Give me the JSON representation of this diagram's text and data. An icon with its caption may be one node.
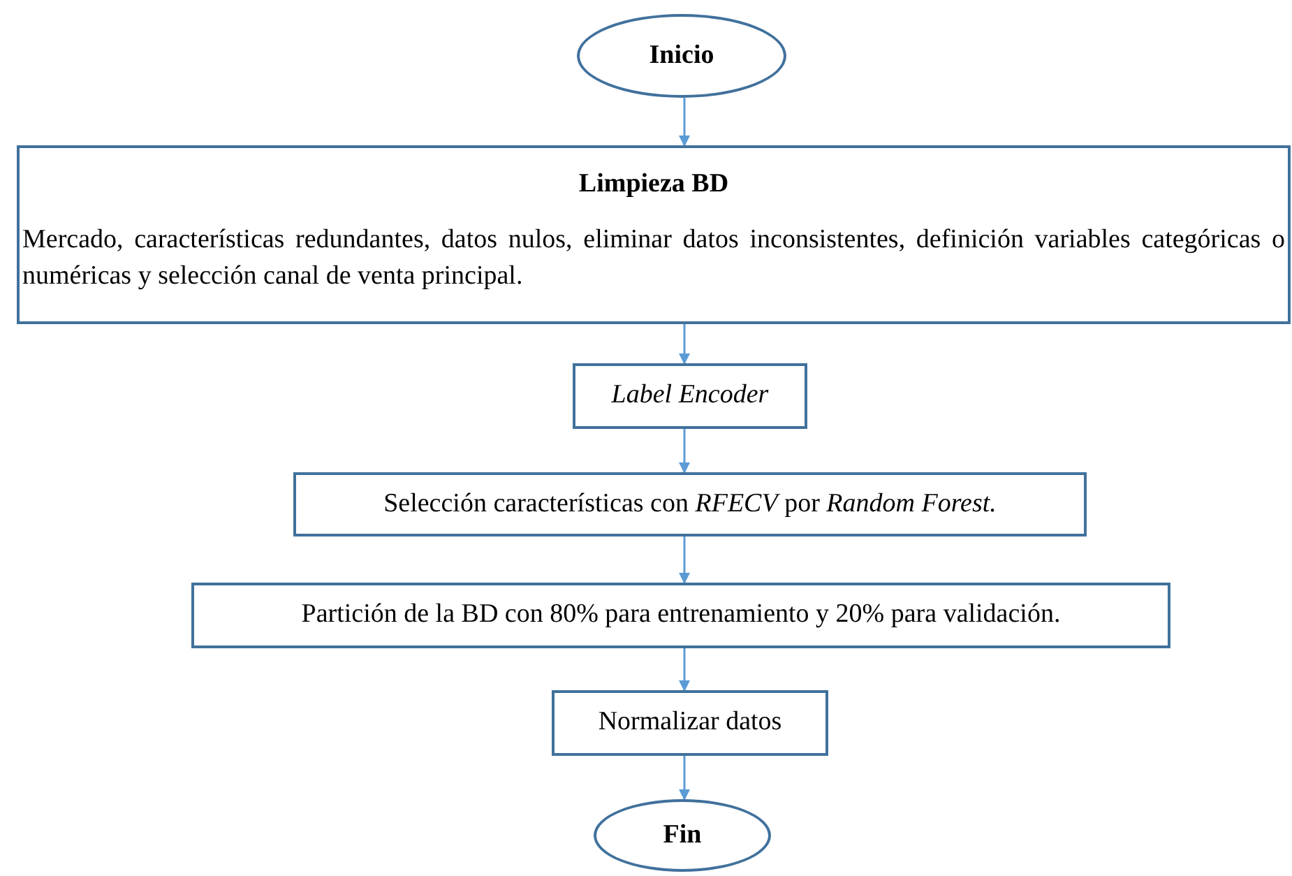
{
  "diagram": {
    "nodes": [
      {
        "text": [
          "Inicio"
        ]
      },
      {
        "text": [
          "Limpieza BD",
          "Mercado, características redundantes, datos nulos, eliminar datos inconsistentes, definición variables categóricas o numéricas y selección canal de venta principal."
        ]
      },
      {
        "text": [
          "Label Encoder"
        ]
      },
      {
        "text": [
          "Selección características con *RFECV* por *Random Forest.*"
        ]
      },
      {
        "text": [
          "Partición de la BD con 80% para entrenamiento y 20% para validación."
        ]
      },
      {
        "text": [
          "Normalizar datos"
        ]
      },
      {
        "text": [
          "Fin"
        ]
      }
    ],
    "edges": [
      {
        "from": 0,
        "to": 1,
        "arrow": "to"
      },
      {
        "from": 1,
        "to": 2,
        "arrow": "to"
      },
      {
        "from": 2,
        "to": 3,
        "arrow": "to"
      },
      {
        "from": 3,
        "to": 4,
        "arrow": "to"
      },
      {
        "from": 4,
        "to": 5,
        "arrow": "to"
      },
      {
        "from": 5,
        "to": 6,
        "arrow": "to"
      }
    ]
  }
}
